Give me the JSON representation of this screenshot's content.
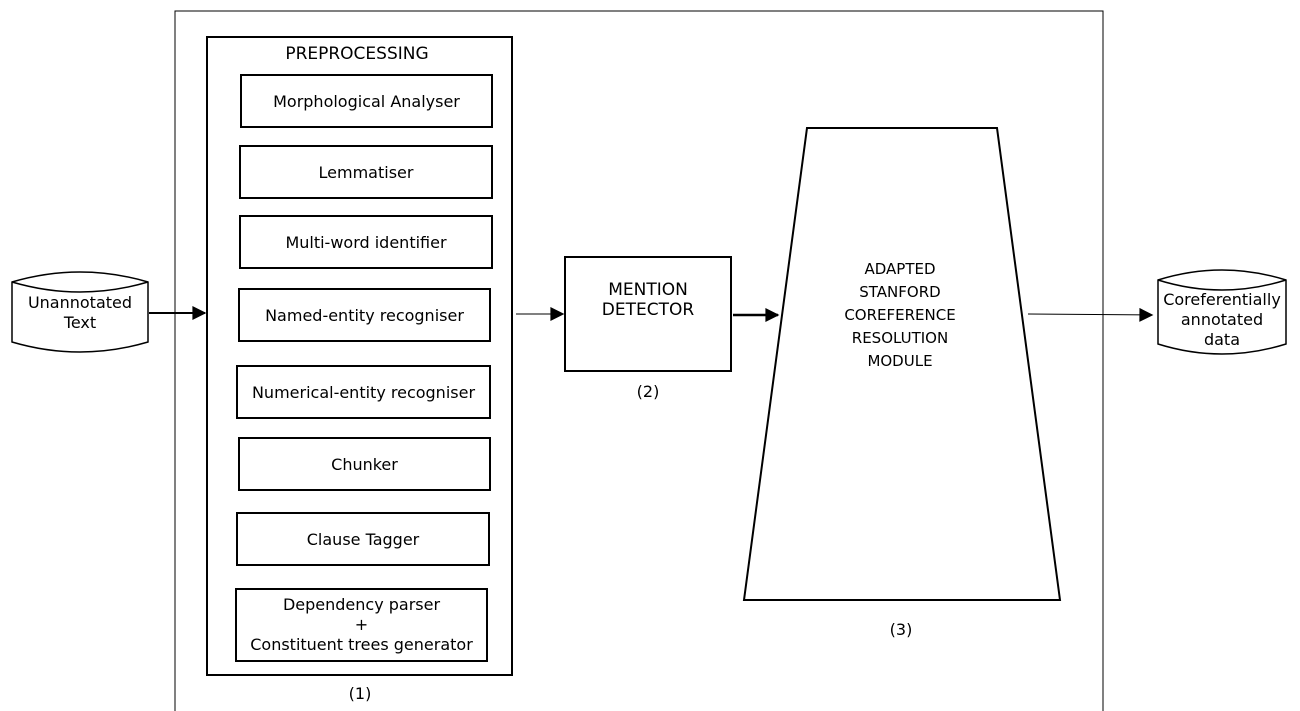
{
  "input_store": {
    "line1": "Unannotated",
    "line2": "Text"
  },
  "output_store": {
    "line1": "Coreferentially",
    "line2": "annotated",
    "line3": "data"
  },
  "preprocessing": {
    "title": "PREPROCESSING",
    "number": "(1)",
    "modules": [
      "Morphological Analyser",
      "Lemmatiser",
      "Multi-word identifier",
      "Named-entity recogniser",
      "Numerical-entity recogniser",
      "Chunker",
      "Clause Tagger"
    ],
    "parser_module": {
      "line1": "Dependency parser",
      "line2": "+",
      "line3": "Constituent trees generator"
    }
  },
  "mention_detector": {
    "line1": "MENTION",
    "line2": "DETECTOR",
    "number": "(2)"
  },
  "coreference_module": {
    "line1": "ADAPTED",
    "line2": "STANFORD",
    "line3": "COREFERENCE",
    "line4": "RESOLUTION",
    "line5": "MODULE",
    "number": "(3)"
  },
  "colors": {
    "stroke": "#000000",
    "background": "#ffffff"
  }
}
